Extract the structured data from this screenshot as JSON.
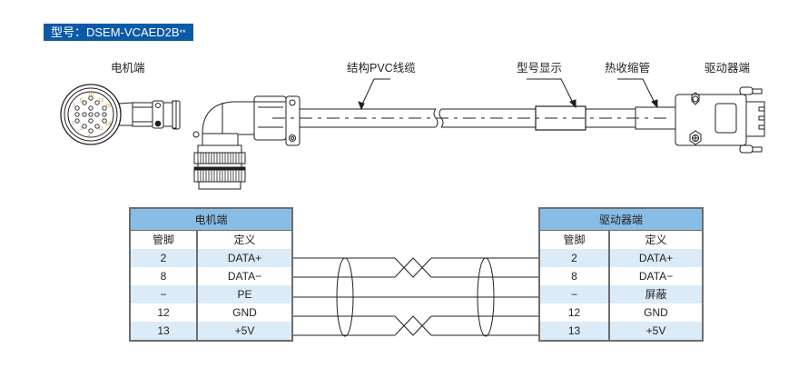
{
  "model": {
    "prefix": "型号：DSEM-VCAED2B",
    "suffix": "**"
  },
  "labels": {
    "motor_end": "电机端",
    "cable": "结构PVC线缆",
    "model_display": "型号显示",
    "heat_shrink": "热收缩管",
    "driver_end": "驱动器端"
  },
  "connector_pins": [
    "10",
    "5",
    "13",
    "2",
    "15",
    "1",
    "14",
    "3",
    "11",
    "6"
  ],
  "motor_table": {
    "title": "电机端",
    "headers": [
      "管脚",
      "定义"
    ],
    "rows": [
      {
        "pin": "2",
        "def": "DATA+"
      },
      {
        "pin": "8",
        "def": "DATA−"
      },
      {
        "pin": "−",
        "def": "PE"
      },
      {
        "pin": "12",
        "def": "GND"
      },
      {
        "pin": "13",
        "def": "+5V"
      }
    ]
  },
  "driver_table": {
    "title": "驱动器端",
    "headers": [
      "管脚",
      "定义"
    ],
    "rows": [
      {
        "pin": "2",
        "def": "DATA+"
      },
      {
        "pin": "8",
        "def": "DATA−"
      },
      {
        "pin": "−",
        "def": "屏蔽"
      },
      {
        "pin": "12",
        "def": "GND"
      },
      {
        "pin": "13",
        "def": "+5V"
      }
    ]
  },
  "colors": {
    "brand_blue": "#0b5aa7",
    "table_header": "#88bde6",
    "table_alt_row": "#dcebf8",
    "pin_number": "#e08a2c"
  }
}
